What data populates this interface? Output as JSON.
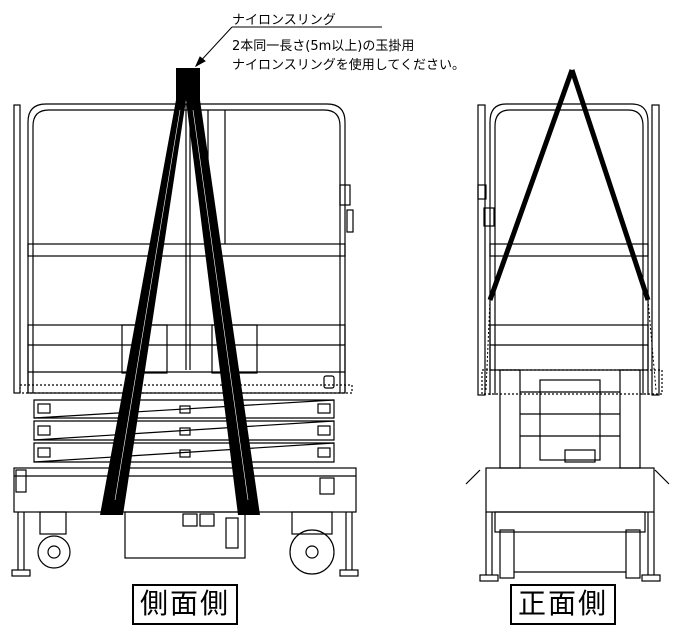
{
  "callout": {
    "title": "ナイロンスリング",
    "line1": "2本同一長さ(5m以上)の玉掛用",
    "line2": "ナイロンスリングを使用してください。"
  },
  "views": {
    "side_label": "側面側",
    "front_label": "正面側"
  },
  "colors": {
    "line": "#000000",
    "background": "#ffffff"
  }
}
